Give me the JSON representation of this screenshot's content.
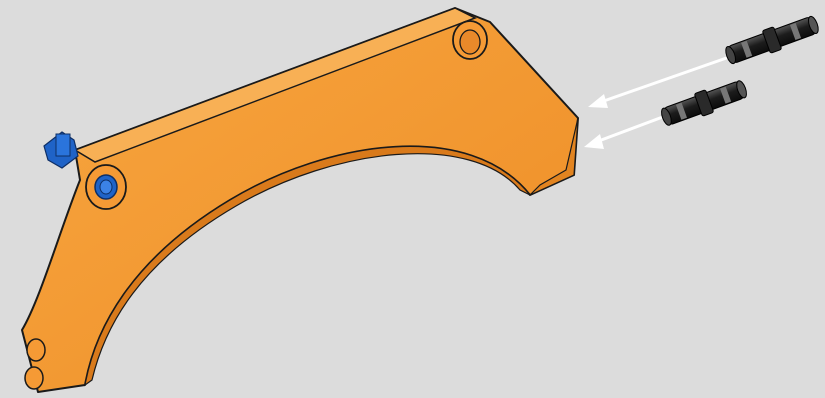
{
  "scene": {
    "background": "#dcdcdc",
    "part_color": "#f3962f",
    "part_shade": "#e07d1a",
    "pin_color": "#1f1f1f",
    "pin_highlight": "#6a6a6a",
    "blue_pin_color": "#1f63c7",
    "arrow_color": "#ffffff"
  },
  "components": {
    "panel": "curved-orange-panel",
    "pins": [
      "black-friction-pin",
      "black-friction-pin"
    ],
    "axle": "blue-axle-pin",
    "arrows": [
      "insert-arrow",
      "insert-arrow"
    ]
  }
}
